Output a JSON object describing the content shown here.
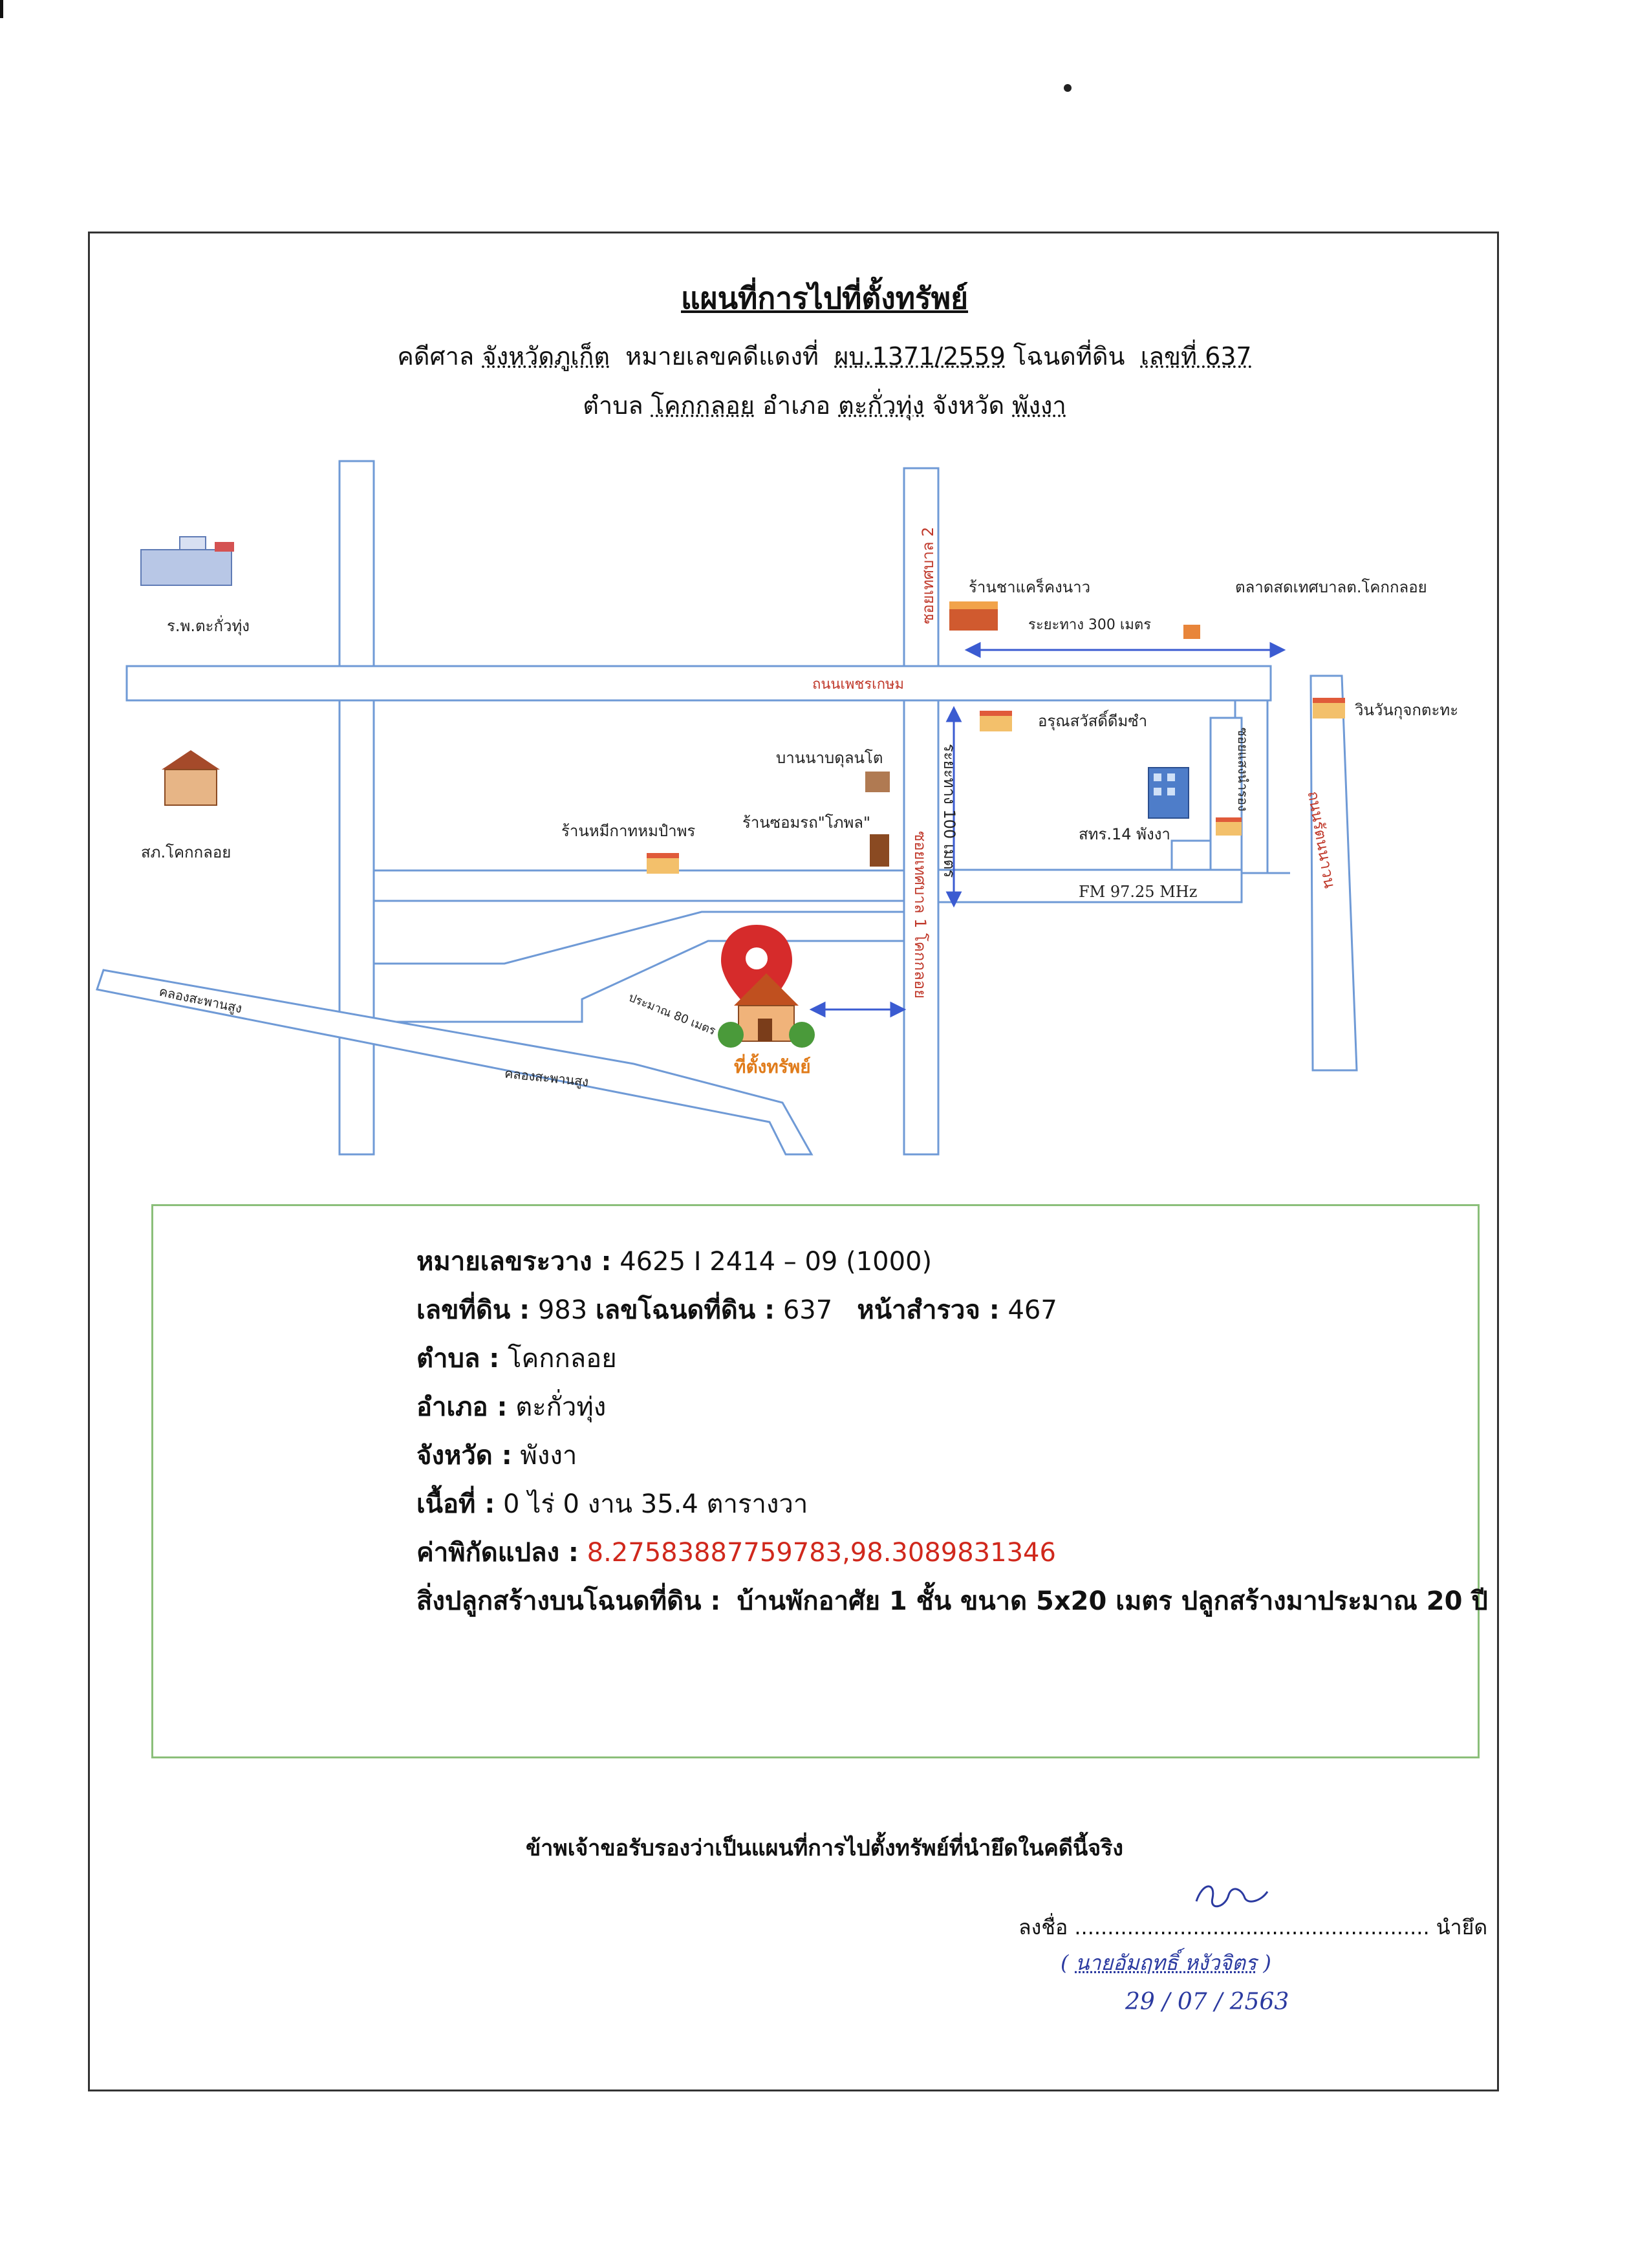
{
  "header": {
    "title": "แผนที่การไปที่ตั้งทรัพย์",
    "line1_prefix": "คดีศาล",
    "court": "จังหวัดภูเก็ต",
    "case_label": "หมายเลขคดีแดงที่",
    "case_no": "ผบ.1371/2559",
    "deed_label": "โฉนดที่ดิน",
    "deed_no_label": "เลขที่ 637",
    "subdistrict_label": "ตำบล",
    "subdistrict": "โคกกลอย",
    "district_label": "อำเภอ",
    "district": "ตะกั่วทุ่ง",
    "province_label": "จังหวัด",
    "province": "พังงา"
  },
  "map": {
    "hospital": "ร.พ.ตะกั่วทุ่ง",
    "police": "สภ.โคกกลอย",
    "soi_tesaban_2": "ซอยเทศบาล 2",
    "shop_coffee": "ร้านชาแคร็คงนาว",
    "distance_300": "ระยะทาง 300 เมตร",
    "market": "ตลาดสดเทศบาลต.โคกกลอย",
    "road_main": "ถนนเพชรเกษม",
    "vin_moto": "วินวันกุจกตะทะ",
    "aroon": "อรุณสวัสดิ์ดีมซำ",
    "distance_100": "ระยะทาง 100 เมตร",
    "soi_tesaban_1": "ซอยเทศบาล 1 โคกกลอย",
    "ban_nai": "บานนาบดุลนโต",
    "shop_mookata": "ร้านหมีกาทหมปำพร",
    "shop_car": "ร้านซอมรถ\"โภพล\"",
    "sor_tor_ror": "สทร.14 พังงา",
    "fm": "FM 97.25 MHz",
    "road_right": "ถนนรัตนนาวน",
    "soi_small": "ซอยแสงนำรอง",
    "canal1": "คลองสะพานสูง",
    "canal2": "คลองสะพานสูง",
    "distance_80": "ประมาณ 80 เมตร",
    "property": "ที่ตั้งทรัพย์"
  },
  "info": {
    "map_sheet_label": "หมายเลขระวาง :",
    "map_sheet": "4625 I 2414 – 09 (1000)",
    "land_no_label": "เลขที่ดิน :",
    "land_no": "983",
    "deed_label": "เลขโฉนดที่ดิน :",
    "deed": "637",
    "survey_label": "หน้าสำรวจ :",
    "survey": "467",
    "subdistrict_label": "ตำบล :",
    "subdistrict": "โคกกลอย",
    "district_label": "อำเภอ :",
    "district": "ตะกั่วทุ่ง",
    "province_label": "จังหวัด :",
    "province": "พังงา",
    "area_label": "เนื้อที่ :",
    "area": "0 ไร่ 0 งาน 35.4 ตารางวา",
    "coord_label": "ค่าพิกัดแปลง :",
    "coord": "8.27583887759783,98.3089831346",
    "building_label": "สิ่งปลูกสร้างบนโฉนดที่ดิน :",
    "building": "บ้านพักอาศัย 1 ชั้น ขนาด 5x20 เมตร ปลูกสร้างมาประมาณ 20 ปี"
  },
  "footer": {
    "certify": "ข้าพเจ้าขอรับรองว่าเป็นแผนที่การไปตั้งทรัพย์ที่นำยึดในคดีนี้จริง",
    "sign_label": "ลงชื่อ",
    "sign_dots": "......................................................",
    "seizer": "นำยึด",
    "name_open": "(",
    "name": "นายอัมฤทธิ์ หงัวจิตร",
    "name_close": ")",
    "date": "29 / 07 / 2563"
  },
  "colors": {
    "road": "#6f9ad6",
    "road_label": "#c0392b",
    "info_border": "#8bbf7a",
    "coord": "#d0281c",
    "arrow": "#3b5bd1",
    "pin": "#d62b2b"
  }
}
